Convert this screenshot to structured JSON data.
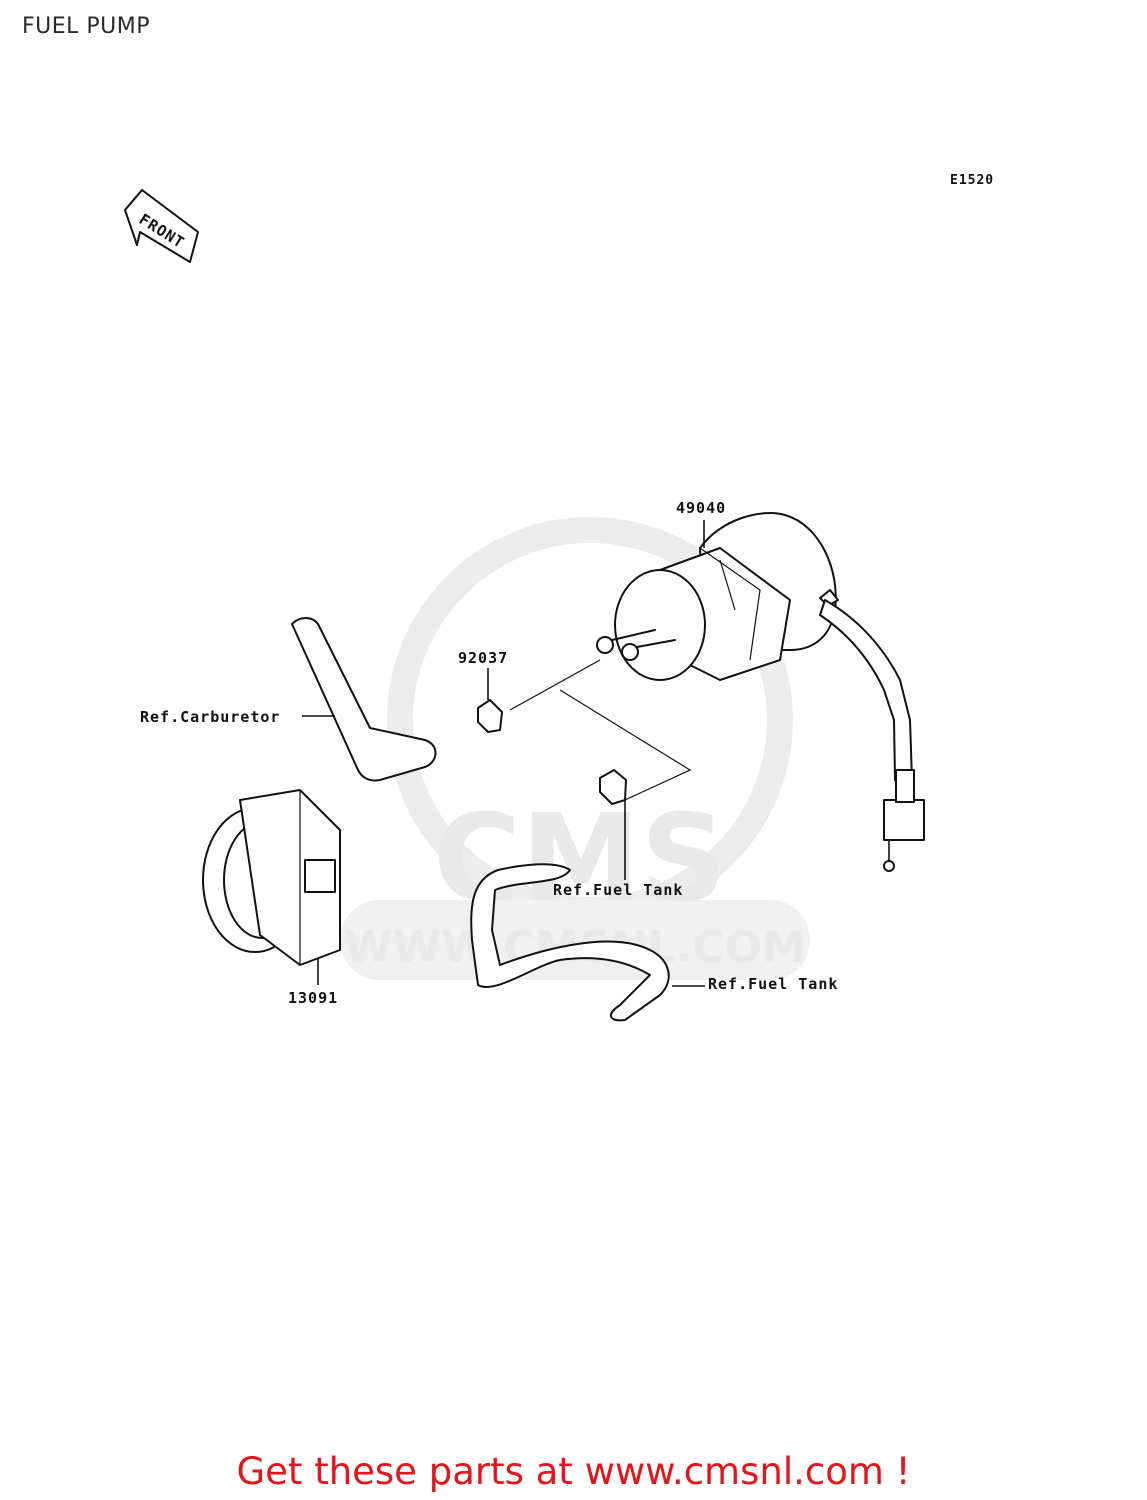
{
  "title": "FUEL PUMP",
  "diagram_code": "E1520",
  "front_marker": "FRONT",
  "parts": {
    "fuel_pump": "49040",
    "hose_clamp": "92037",
    "pump_bracket": "13091"
  },
  "references": {
    "carburetor": "Ref.Carburetor",
    "fuel_tank_clamp": "Ref.Fuel Tank",
    "fuel_tank_hose": "Ref.Fuel Tank"
  },
  "watermark": {
    "brand": "CMS",
    "url": "WWW.CMSNL.COM"
  },
  "footer": {
    "promo_text": "Get these parts at www.cmsnl.com !"
  },
  "colors": {
    "promo": "#e0161b",
    "watermark": "#e9e9e9",
    "line_art": "#111111"
  }
}
